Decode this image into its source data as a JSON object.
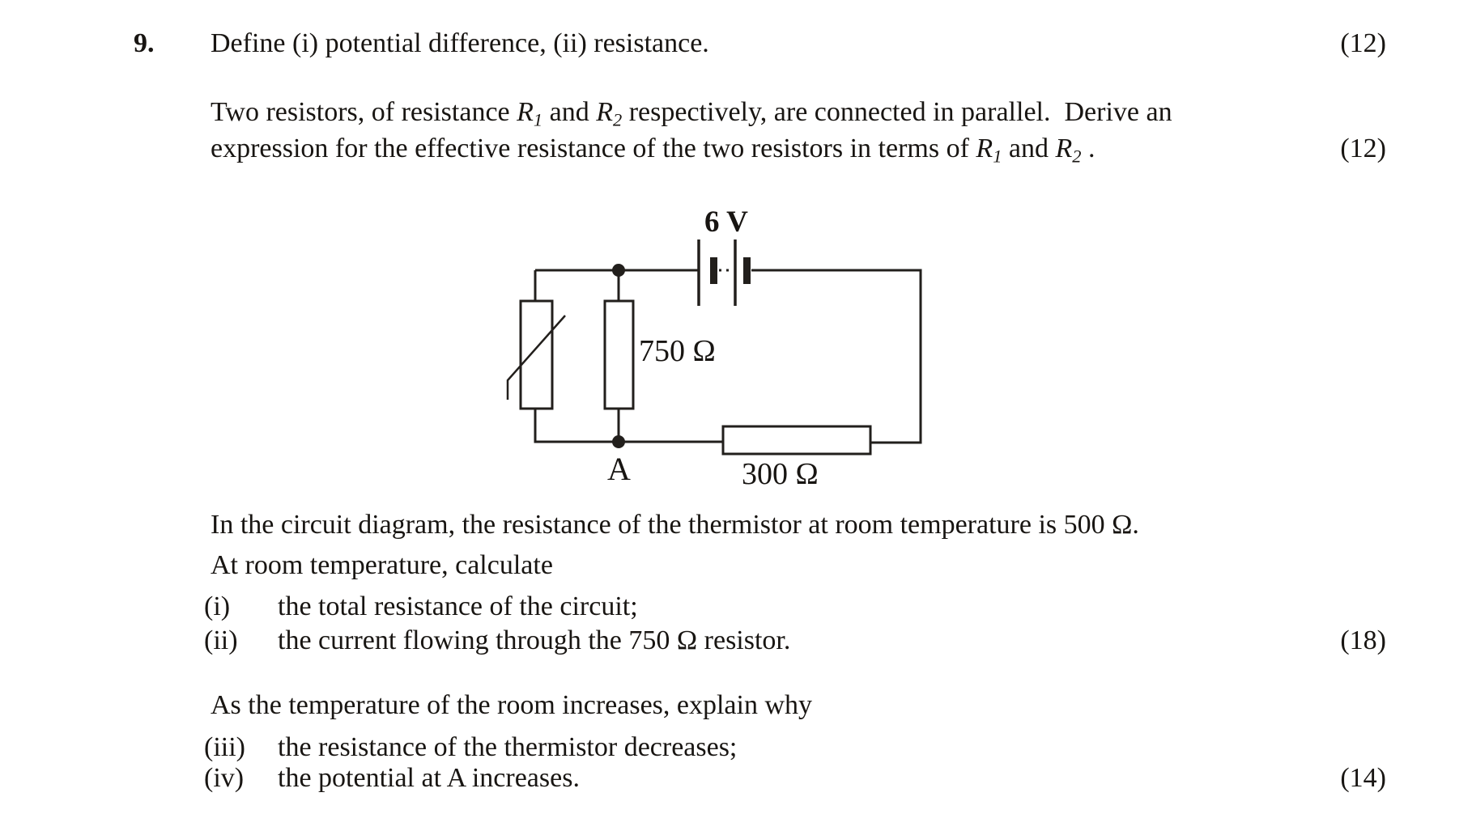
{
  "question": {
    "number": "9.",
    "intro": "Define (i) potential difference, (ii) resistance.",
    "intro_marks": "(12)",
    "derivation_lines": [
      [
        {
          "t": "Two resistors, of resistance "
        },
        {
          "t": "R",
          "v": "i"
        },
        {
          "t": "1",
          "v": "s"
        },
        {
          "t": " and "
        },
        {
          "t": "R",
          "v": "i"
        },
        {
          "t": "2",
          "v": "s"
        },
        {
          "t": " respectively, are connected in parallel.  Derive an"
        }
      ],
      [
        {
          "t": "expression for the effective resistance of the two resistors in terms of "
        },
        {
          "t": "R",
          "v": "i"
        },
        {
          "t": "1",
          "v": "s"
        },
        {
          "t": " and "
        },
        {
          "t": "R",
          "v": "i"
        },
        {
          "t": "2",
          "v": "s"
        },
        {
          "t": " ."
        }
      ]
    ],
    "derivation_marks": "(12)"
  },
  "circuit": {
    "battery_label": "6 V",
    "parallel_resistor_label": "750 Ω",
    "series_resistor_label": "300 Ω",
    "node_label": "A",
    "line_color": "#221f1c"
  },
  "analysis": {
    "intro": "In the circuit diagram, the resistance of the thermistor at room temperature is 500 Ω.",
    "calculate_heading": "At room temperature, calculate",
    "items": [
      {
        "marker": "(i)",
        "text": "the total resistance of the circuit;",
        "marks": ""
      },
      {
        "marker": "(ii)",
        "text": "the current flowing through the 750 Ω resistor.",
        "marks": "(18)"
      }
    ],
    "explain_heading": "As the temperature of the room increases, explain why",
    "items2": [
      {
        "marker": "(iii)",
        "text": "the resistance of the thermistor decreases;",
        "marks": ""
      },
      {
        "marker": "(iv)",
        "text": "the potential at A increases.",
        "marks": "(14)"
      }
    ]
  }
}
